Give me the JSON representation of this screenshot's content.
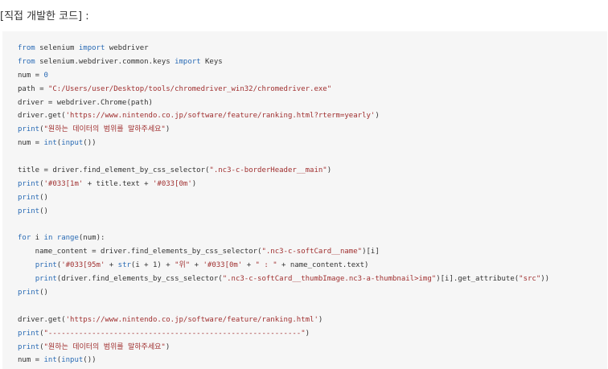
{
  "heading": "[직접 개발한 코드] :",
  "code_lines": [
    [
      {
        "t": "from",
        "c": "kw"
      },
      {
        "t": " selenium "
      },
      {
        "t": "import",
        "c": "kw"
      },
      {
        "t": " webdriver"
      }
    ],
    [
      {
        "t": "from",
        "c": "kw"
      },
      {
        "t": " selenium.webdriver.common.keys "
      },
      {
        "t": "import",
        "c": "kw"
      },
      {
        "t": " Keys"
      }
    ],
    [
      {
        "t": "num = "
      },
      {
        "t": "0",
        "c": "num"
      }
    ],
    [
      {
        "t": "path = "
      },
      {
        "t": "\"C:/Users/user/Desktop/tools/chromedriver_win32/chromedriver.exe\"",
        "c": "str"
      }
    ],
    [
      {
        "t": "driver = webdriver.Chrome(path)"
      }
    ],
    [
      {
        "t": "driver.get("
      },
      {
        "t": "'https://www.nintendo.co.jp/software/feature/ranking.html?rterm=yearly'",
        "c": "str"
      },
      {
        "t": ")"
      }
    ],
    [
      {
        "t": "print",
        "c": "fn"
      },
      {
        "t": "("
      },
      {
        "t": "\"원하는 데이터의 범위를 말하주세요\"",
        "c": "str"
      },
      {
        "t": ")"
      }
    ],
    [
      {
        "t": "num = "
      },
      {
        "t": "int",
        "c": "fn"
      },
      {
        "t": "("
      },
      {
        "t": "input",
        "c": "fn"
      },
      {
        "t": "())"
      }
    ],
    [],
    [
      {
        "t": "title = driver.find_element_by_css_selector("
      },
      {
        "t": "\".nc3-c-borderHeader__main\"",
        "c": "str"
      },
      {
        "t": ")"
      }
    ],
    [
      {
        "t": "print",
        "c": "fn"
      },
      {
        "t": "("
      },
      {
        "t": "'#033[1m'",
        "c": "str"
      },
      {
        "t": " + title.text + "
      },
      {
        "t": "'#033[0m'",
        "c": "str"
      },
      {
        "t": ")"
      }
    ],
    [
      {
        "t": "print",
        "c": "fn"
      },
      {
        "t": "()"
      }
    ],
    [
      {
        "t": "print",
        "c": "fn"
      },
      {
        "t": "()"
      }
    ],
    [],
    [
      {
        "t": "for",
        "c": "kw"
      },
      {
        "t": " i "
      },
      {
        "t": "in",
        "c": "kw"
      },
      {
        "t": " "
      },
      {
        "t": "range",
        "c": "fn"
      },
      {
        "t": "(num):"
      }
    ],
    [
      {
        "t": "    name_content = driver.find_elements_by_css_selector("
      },
      {
        "t": "\".nc3-c-softCard__name\"",
        "c": "str"
      },
      {
        "t": ")[i]"
      }
    ],
    [
      {
        "t": "    "
      },
      {
        "t": "print",
        "c": "fn"
      },
      {
        "t": "("
      },
      {
        "t": "'#033[95m'",
        "c": "str"
      },
      {
        "t": " + "
      },
      {
        "t": "str",
        "c": "fn"
      },
      {
        "t": "(i + 1) + "
      },
      {
        "t": "\"위\"",
        "c": "str"
      },
      {
        "t": " + "
      },
      {
        "t": "'#033[0m'",
        "c": "str"
      },
      {
        "t": " + "
      },
      {
        "t": "\" : \"",
        "c": "str"
      },
      {
        "t": " + name_content.text)"
      }
    ],
    [
      {
        "t": "    "
      },
      {
        "t": "print",
        "c": "fn"
      },
      {
        "t": "(driver.find_elements_by_css_selector("
      },
      {
        "t": "\".nc3-c-softCard__thumbImage.nc3-a-thumbnail>img\"",
        "c": "str"
      },
      {
        "t": ")[i].get_attribute("
      },
      {
        "t": "\"src\"",
        "c": "str"
      },
      {
        "t": "))"
      }
    ],
    [
      {
        "t": "print",
        "c": "fn"
      },
      {
        "t": "()"
      }
    ],
    [],
    [
      {
        "t": "driver.get("
      },
      {
        "t": "'https://www.nintendo.co.jp/software/feature/ranking.html'",
        "c": "str"
      },
      {
        "t": ")"
      }
    ],
    [
      {
        "t": "print",
        "c": "fn"
      },
      {
        "t": "("
      },
      {
        "t": "\"----------------------------------------------------------\"",
        "c": "str"
      },
      {
        "t": ")"
      }
    ],
    [
      {
        "t": "print",
        "c": "fn"
      },
      {
        "t": "("
      },
      {
        "t": "\"원하는 데이터의 범위를 말하주세요\"",
        "c": "str"
      },
      {
        "t": ")"
      }
    ],
    [
      {
        "t": "num = "
      },
      {
        "t": "int",
        "c": "fn"
      },
      {
        "t": "("
      },
      {
        "t": "input",
        "c": "fn"
      },
      {
        "t": "())"
      }
    ]
  ]
}
